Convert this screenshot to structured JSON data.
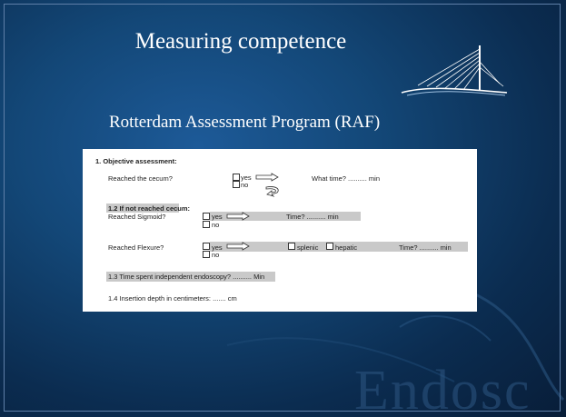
{
  "slide": {
    "title": "Measuring competence",
    "subtitle": "Rotterdam Assessment Program (RAF)",
    "watermark": "Endosc"
  },
  "form": {
    "section1": "1.  Objective assessment:",
    "cecum_q": "Reached the cecum?",
    "yes": "yes",
    "no": "no",
    "what_time": "What time? .......... min",
    "s12_title": "1.2 If not reached cecum:",
    "sigmoid_q": "Reached Sigmoid?",
    "time_min": "Time? .......... min",
    "flexure_q": "Reached Flexure?",
    "splenic": "splenic",
    "hepatic": "hepatic",
    "time_min_2": "Time? .......... min",
    "s13": "1.3 Time spent independent endoscopy? .......... Min",
    "s14": "1.4 Insertion depth in centimeters:     ....... cm"
  },
  "colors": {
    "background": "#134777",
    "form_bg": "#ffffff",
    "highlight": "#c9c9c9"
  }
}
